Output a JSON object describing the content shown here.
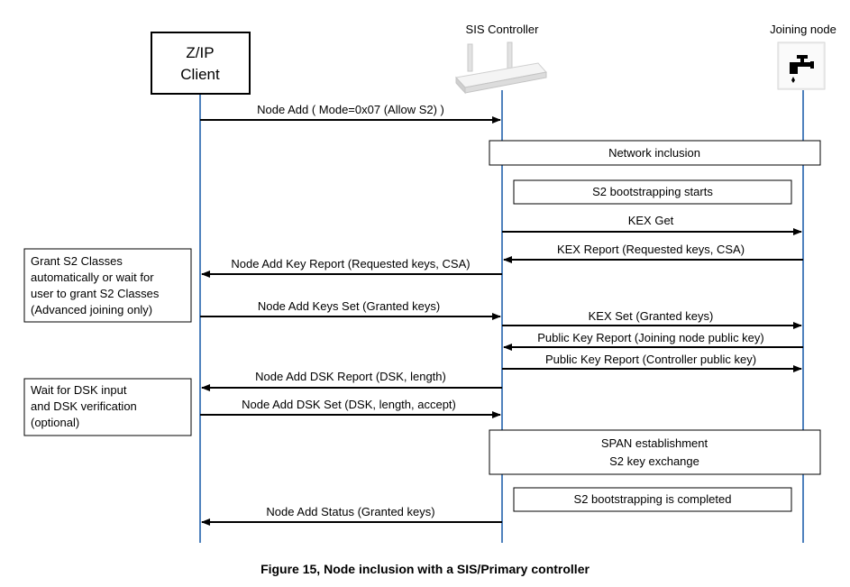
{
  "actors": {
    "client": {
      "line1": "Z/IP",
      "line2": "Client"
    },
    "controller": {
      "label": "SIS Controller",
      "icon": "router-icon"
    },
    "node": {
      "label": "Joining node",
      "icon": "water-tap-icon"
    }
  },
  "messages": {
    "node_add": "Node Add ( Mode=0x07 (Allow S2) )",
    "kex_get": "KEX Get",
    "kex_report": "KEX Report (Requested keys, CSA)",
    "node_add_key_report": "Node Add Key Report (Requested keys, CSA)",
    "node_add_keys_set": "Node Add Keys Set (Granted keys)",
    "kex_set": "KEX Set (Granted keys)",
    "pubkey_node": "Public Key Report (Joining node public key)",
    "pubkey_controller": "Public Key Report (Controller public key)",
    "node_add_dsk_report": "Node Add DSK Report (DSK, length)",
    "node_add_dsk_set": "Node Add DSK Set (DSK, length, accept)",
    "node_add_status": "Node Add Status (Granted keys)"
  },
  "boxes": {
    "network_inclusion": "Network inclusion",
    "s2_start": "S2 bootstrapping starts",
    "span_line1": "SPAN establishment",
    "span_line2": "S2 key exchange",
    "s2_done": "S2 bootstrapping is completed"
  },
  "notes": {
    "grant": [
      "Grant S2 Classes",
      "automatically or wait for",
      "user to grant S2 Classes",
      "(Advanced joining only)"
    ],
    "dsk": [
      "Wait for DSK input",
      "and DSK verification",
      "(optional)"
    ]
  },
  "caption": "Figure 15, Node inclusion with a SIS/Primary controller",
  "colors": {
    "lifeline": "#4f81bd",
    "arrow": "#000000",
    "box_border": "#000000"
  }
}
